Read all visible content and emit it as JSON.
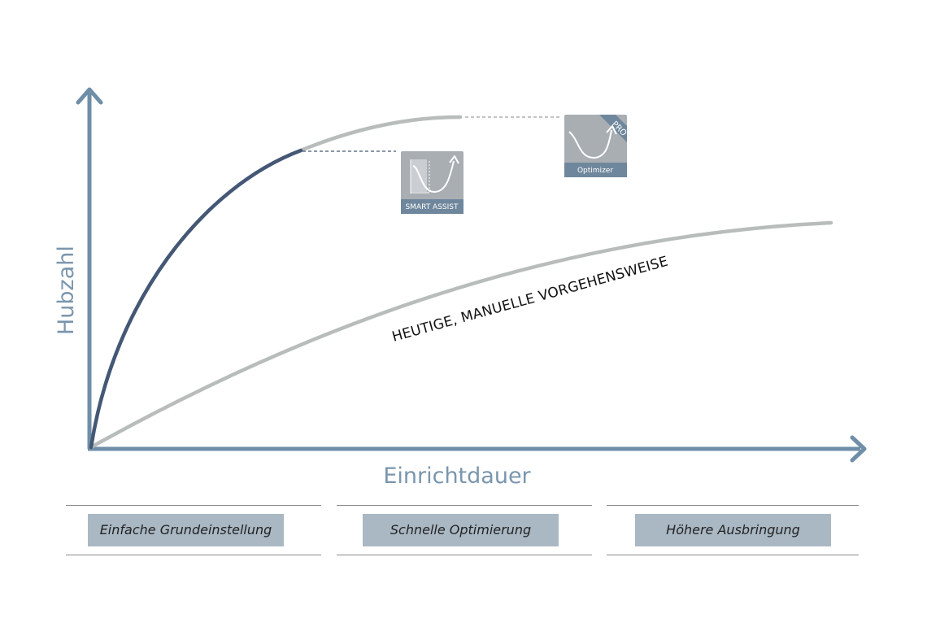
{
  "axes": {
    "y_label": "Hubzahl",
    "x_label": "Einrichtdauer"
  },
  "curves": {
    "manual_label": "HEUTIGE, MANUELLE VORGEHENSWEISE"
  },
  "badges": {
    "smart_assist": "SMART ASSIST",
    "optimizer": "Optimizer",
    "pro": "PRO"
  },
  "phases": [
    {
      "label": "Einfache Grundeinstellung"
    },
    {
      "label": "Schnelle Optimierung"
    },
    {
      "label": "Höhere Ausbringung"
    }
  ],
  "colors": {
    "axis": "#6f8ea8",
    "curve_dark": "#445775",
    "curve_grey": "#b8bdbc",
    "badge_bg": "#a8aeb2",
    "badge_band": "#6f879c",
    "phase_box": "#aab8c4"
  }
}
